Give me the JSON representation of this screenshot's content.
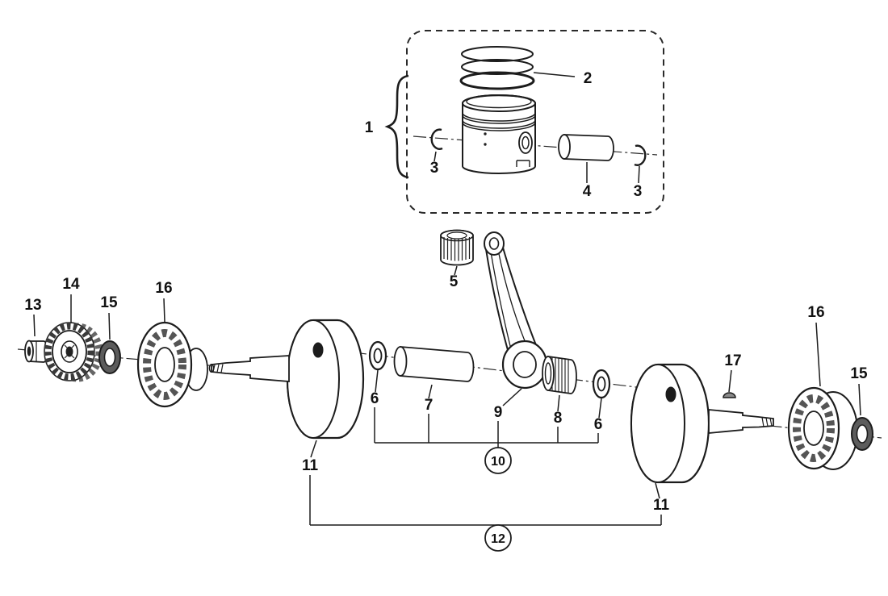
{
  "diagram": {
    "callouts": {
      "c1": "1",
      "c2": "2",
      "c3_left": "3",
      "c3_right": "3",
      "c4": "4",
      "c5": "5",
      "c6_left": "6",
      "c6_right": "6",
      "c7": "7",
      "c8": "8",
      "c9": "9",
      "c10": "10",
      "c11_left": "11",
      "c11_right": "11",
      "c12": "12",
      "c13": "13",
      "c14": "14",
      "c15_left": "15",
      "c15_right": "15",
      "c16_left": "16",
      "c16_right": "16",
      "c17": "17"
    },
    "colors": {
      "line": "#1c1c1c",
      "background": "#ffffff",
      "shade_light": "#f2f2f2",
      "shade_dark": "#555555"
    }
  }
}
